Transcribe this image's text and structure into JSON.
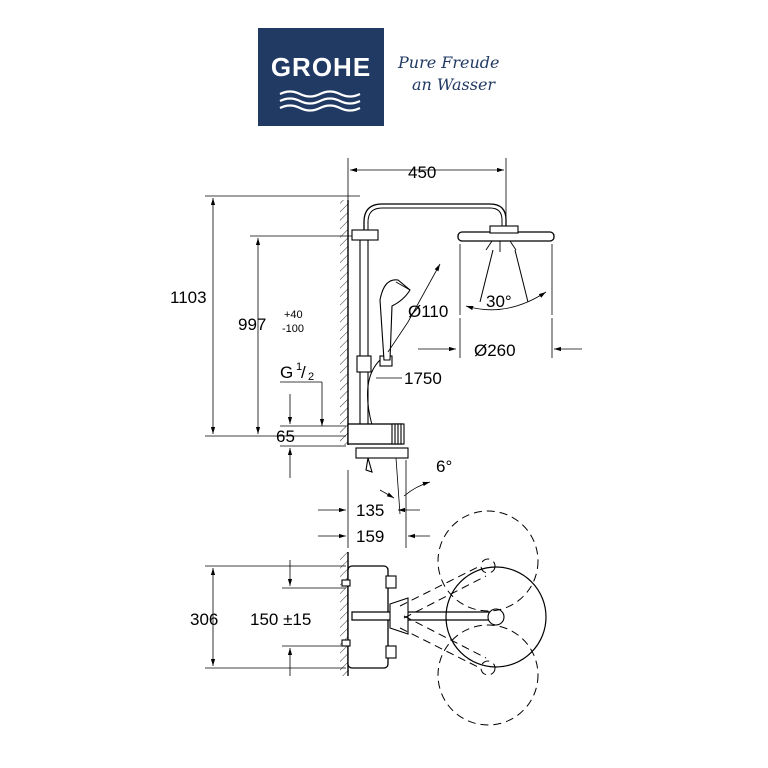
{
  "brand": {
    "name": "GROHE",
    "tagline_line1": "Pure Freude",
    "tagline_line2": "an Wasser",
    "color": "#213a63"
  },
  "dimensions": {
    "width_450": "450",
    "height_1103": "1103",
    "height_997": "997",
    "tol_plus": "+40",
    "tol_minus": "-100",
    "thread_g": "G",
    "thread_num": "1",
    "thread_den": "2",
    "d_65": "65",
    "d_110": "Ø110",
    "d_260": "Ø260",
    "angle_30": "30°",
    "d_1750": "1750",
    "angle_6": "6°",
    "d_135": "135",
    "d_159": "159",
    "d_306": "306",
    "d_150": "150 ±15"
  }
}
